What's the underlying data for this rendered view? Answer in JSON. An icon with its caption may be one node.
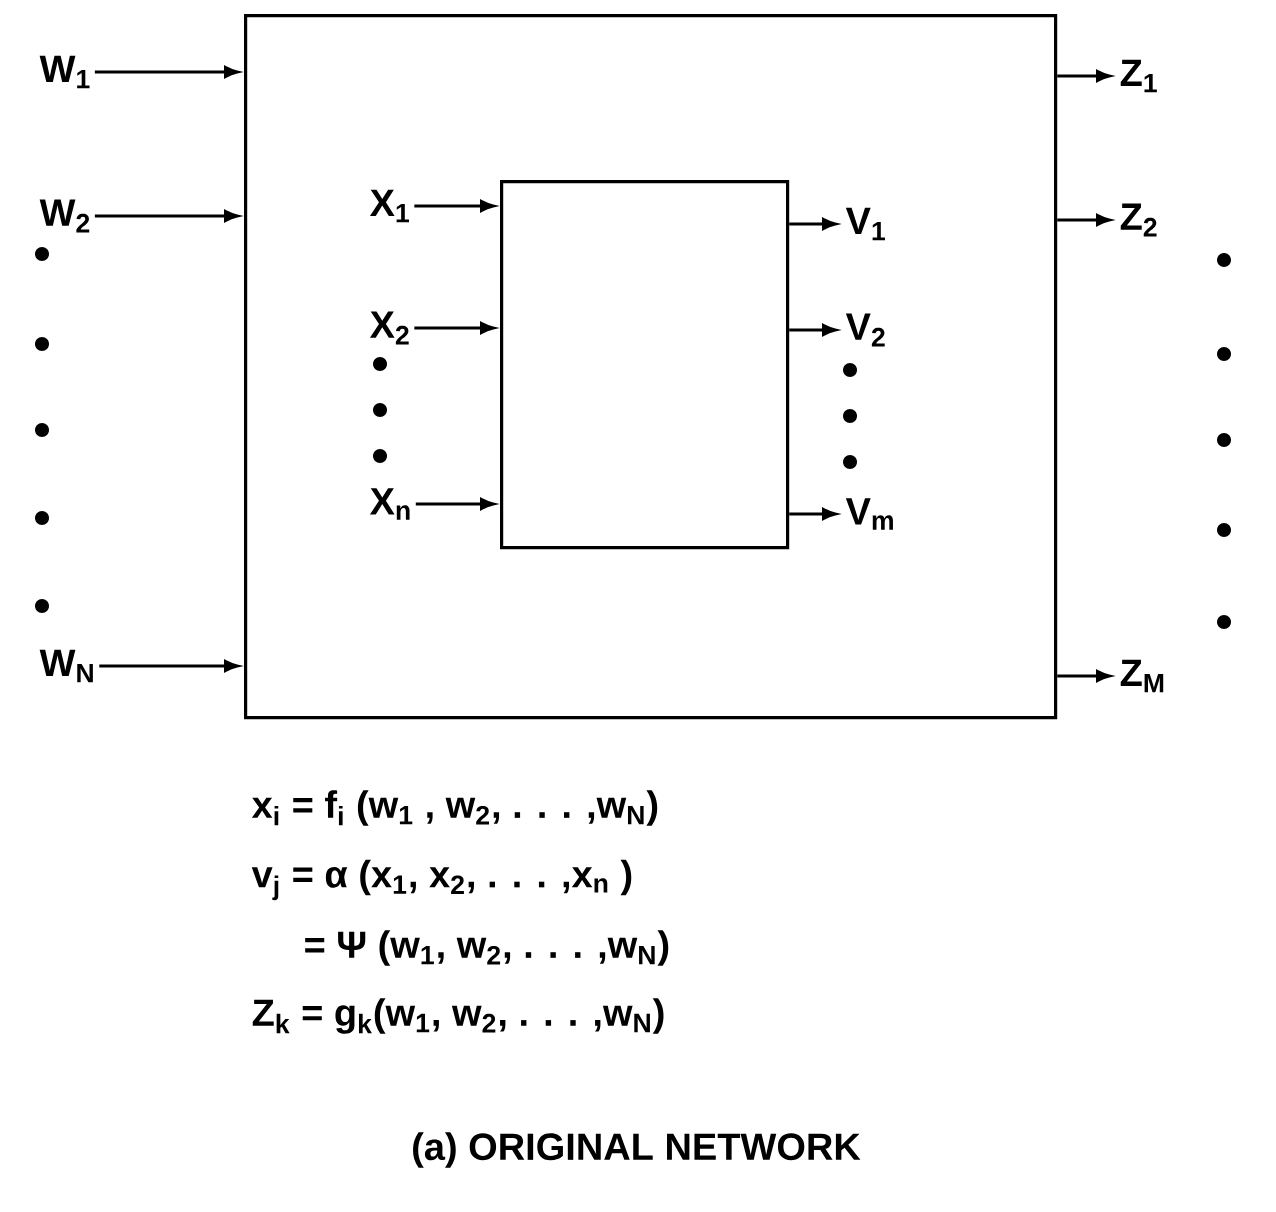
{
  "diagram": {
    "caption": "(a) ORIGINAL NETWORK",
    "nodes": [
      {
        "text": [],
        "shape": "box"
      },
      {
        "text": [],
        "shape": "box",
        "in": 0
      },
      {
        "text": [
          "W$_{1}$"
        ]
      },
      {
        "text": [
          "W$_{2}$"
        ]
      },
      {
        "text": [
          "W$_{N}$"
        ]
      },
      {
        "text": [
          "X$_{1}$"
        ],
        "in": 0
      },
      {
        "text": [
          "X$_{2}$"
        ],
        "in": 0
      },
      {
        "text": [
          "X$_{n}$"
        ],
        "in": 0
      },
      {
        "text": [
          "V$_{1}$"
        ],
        "in": 0
      },
      {
        "text": [
          "V$_{2}$"
        ],
        "in": 0
      },
      {
        "text": [
          "V$_{m}$"
        ],
        "in": 0
      },
      {
        "text": [
          "Z$_{1}$"
        ]
      },
      {
        "text": [
          "Z$_{2}$"
        ]
      },
      {
        "text": [
          "Z$_{M}$"
        ]
      }
    ],
    "edges": [
      {
        "from": 2,
        "to": 0,
        "arrow": "to"
      },
      {
        "from": 3,
        "to": 0,
        "arrow": "to"
      },
      {
        "from": 4,
        "to": 0,
        "arrow": "to"
      },
      {
        "from": 5,
        "to": 1,
        "arrow": "to"
      },
      {
        "from": 6,
        "to": 1,
        "arrow": "to"
      },
      {
        "from": 7,
        "to": 1,
        "arrow": "to"
      },
      {
        "from": 1,
        "to": 8,
        "arrow": "to"
      },
      {
        "from": 1,
        "to": 9,
        "arrow": "to"
      },
      {
        "from": 1,
        "to": 10,
        "arrow": "to"
      },
      {
        "from": 0,
        "to": 11,
        "arrow": "to"
      },
      {
        "from": 0,
        "to": 12,
        "arrow": "to"
      },
      {
        "from": 0,
        "to": 13,
        "arrow": "to"
      }
    ],
    "labels": [
      "x$_{i}$ = f$_{i}$ (w$_{1}$ , w$_{2}$, . . . ,w$_{N}$)",
      "v$_{j}$ = α (x$_{1}$, x$_{2}$, . . . ,x$_{n}$ )",
      "= Ψ (w$_{1}$, w$_{2}$, . . . ,w$_{N}$)",
      "Z$_{k}$ = g$_{k}$(w$_{1}$, w$_{2}$, . . . ,w$_{N}$)"
    ]
  }
}
